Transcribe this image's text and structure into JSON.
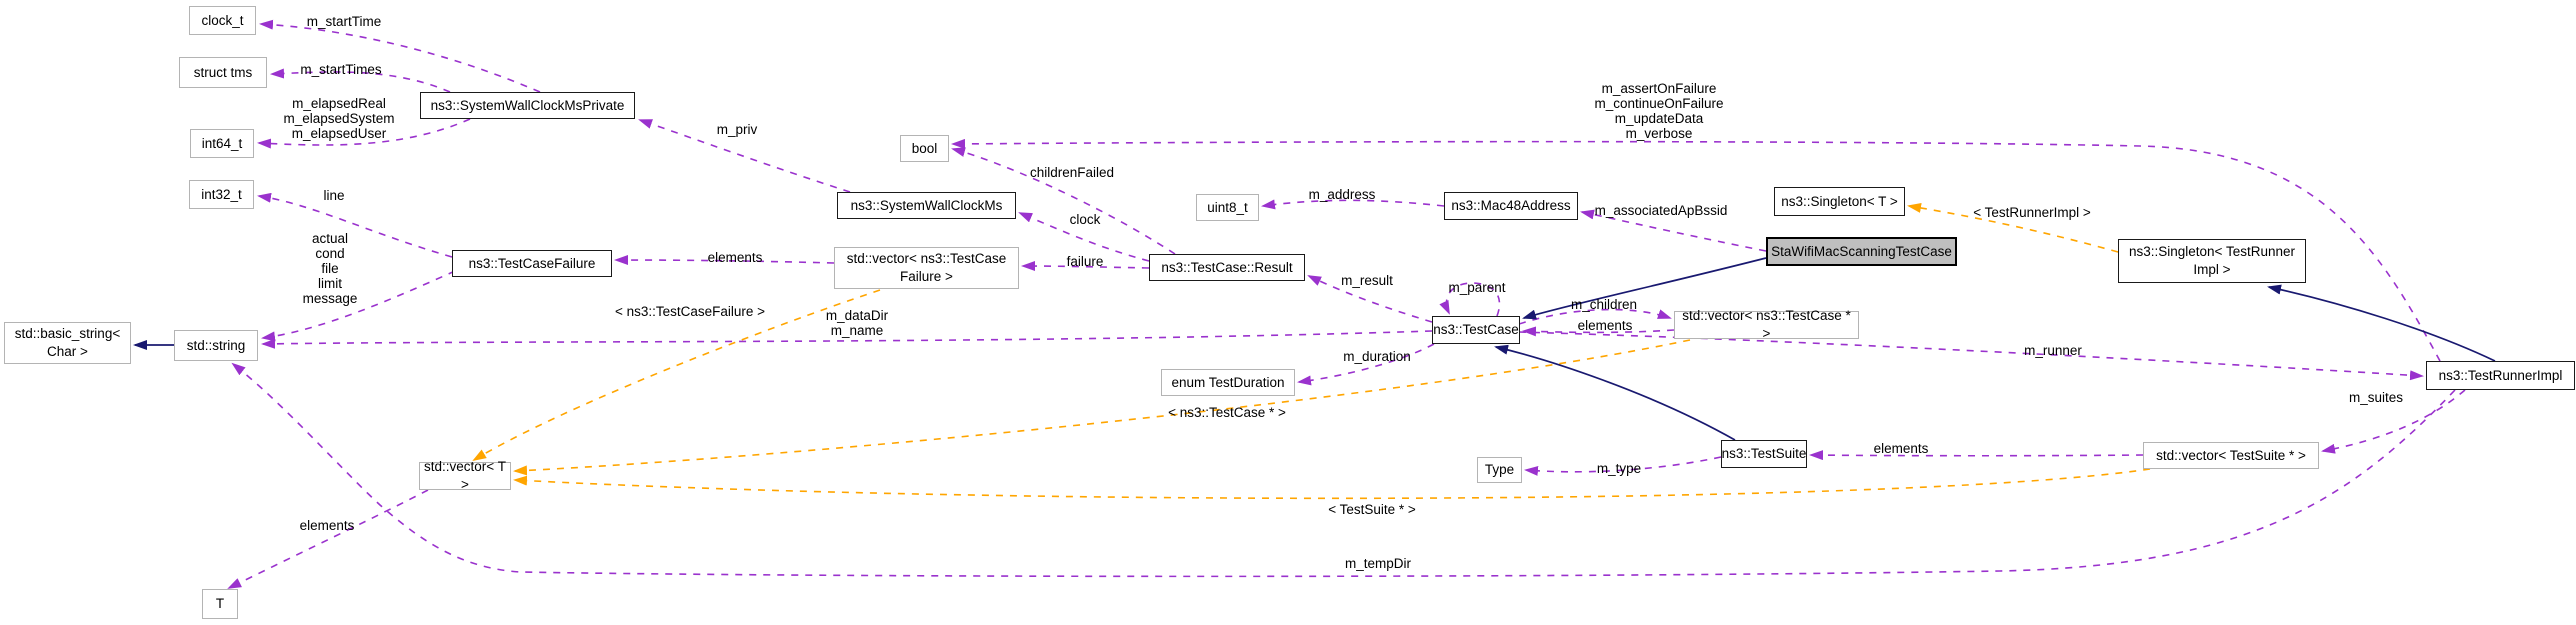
{
  "diagram_type": "doxygen-collaboration-graph",
  "colors": {
    "member_edge": "#9a32cd",
    "template_edge": "#ffa500",
    "inheritance_edge": "#191970",
    "main_node_fill": "#bfbfbf",
    "node_border_documented": "#1a1a1a",
    "node_border_external": "#b4b4b4",
    "background": "#ffffff"
  },
  "nodes": [
    {
      "label": "clock_t"
    },
    {
      "label": "struct tms"
    },
    {
      "label": "int64_t"
    },
    {
      "label": "int32_t"
    },
    {
      "label": "ns3::SystemWallClockMsPrivate"
    },
    {
      "label": "std::basic_string<\nChar >"
    },
    {
      "label": "std::string"
    },
    {
      "label": "ns3::TestCaseFailure"
    },
    {
      "label": "std::vector< ns3::TestCase\nFailure >"
    },
    {
      "label": "ns3::SystemWallClockMs"
    },
    {
      "label": "bool"
    },
    {
      "label": "uint8_t"
    },
    {
      "label": "ns3::TestCase::Result"
    },
    {
      "label": "ns3::Mac48Address"
    },
    {
      "label": "ns3::Singleton< T >"
    },
    {
      "label": "StaWifiMacScanningTestCase"
    },
    {
      "label": "ns3::Singleton< TestRunner\nImpl >"
    },
    {
      "label": "ns3::TestCase"
    },
    {
      "label": "std::vector< ns3::TestCase * >"
    },
    {
      "label": "enum TestDuration"
    },
    {
      "label": "ns3::TestRunnerImpl"
    },
    {
      "label": "ns3::TestSuite"
    },
    {
      "label": "Type"
    },
    {
      "label": "std::vector< TestSuite * >"
    },
    {
      "label": "std::vector< T >"
    },
    {
      "label": "T"
    }
  ],
  "edge_labels": [
    {
      "text": "m_startTime"
    },
    {
      "text": "m_startTimes"
    },
    {
      "text": "m_elapsedReal\nm_elapsedSystem\nm_elapsedUser"
    },
    {
      "text": "m_priv"
    },
    {
      "text": "line"
    },
    {
      "text": "actual\ncond\nfile\nlimit\nmessage"
    },
    {
      "text": "elements"
    },
    {
      "text": "< ns3::TestCaseFailure >"
    },
    {
      "text": "m_dataDir\nm_name"
    },
    {
      "text": "failure"
    },
    {
      "text": "clock"
    },
    {
      "text": "childrenFailed"
    },
    {
      "text": "m_address"
    },
    {
      "text": "m_assertOnFailure\nm_continueOnFailure\nm_updateData\nm_verbose"
    },
    {
      "text": "m_associatedApBssid"
    },
    {
      "text": "< TestRunnerImpl >"
    },
    {
      "text": "m_result"
    },
    {
      "text": "m_parent"
    },
    {
      "text": "m_children"
    },
    {
      "text": "elements"
    },
    {
      "text": "m_duration"
    },
    {
      "text": "< ns3::TestCase * >"
    },
    {
      "text": "m_runner"
    },
    {
      "text": "m_suites"
    },
    {
      "text": "elements"
    },
    {
      "text": "m_type"
    },
    {
      "text": "< TestSuite * >"
    },
    {
      "text": "elements"
    },
    {
      "text": "m_tempDir"
    }
  ]
}
